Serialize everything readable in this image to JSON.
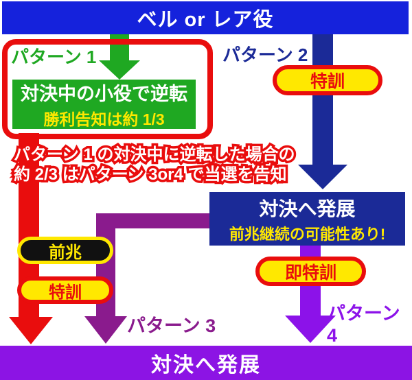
{
  "colors": {
    "banner_blue": "#1522dc",
    "navy": "#1b2a97",
    "green": "#1fa822",
    "red": "#e90d0d",
    "yellow": "#ffe800",
    "purple_dark": "#8a1b8d",
    "violet": "#8c12e9",
    "black": "#111111",
    "white": "#ffffff"
  },
  "top_banner": {
    "label": "ベル or レア役"
  },
  "pattern1": {
    "label": "パターン 1",
    "result_line1": "対決中の小役で逆転",
    "result_line2": "勝利告知は約 1/3"
  },
  "pattern2": {
    "label": "パターン 2",
    "pill": "特訓"
  },
  "note": {
    "line1": "パターン 1 の対決中に逆転した場合の",
    "line2": "約 2/3 はパターン 3or4 で当選を告知"
  },
  "duel_box": {
    "line1": "対決へ発展",
    "line2": "前兆継続の可能性あり!"
  },
  "left_path": {
    "pill_omen": "前兆",
    "pill_training": "特訓"
  },
  "pattern3": {
    "label": "パターン 3"
  },
  "pattern4": {
    "label": "パターン 4",
    "pill": "即特訓"
  },
  "bottom_banner": {
    "label": "対決へ発展"
  }
}
